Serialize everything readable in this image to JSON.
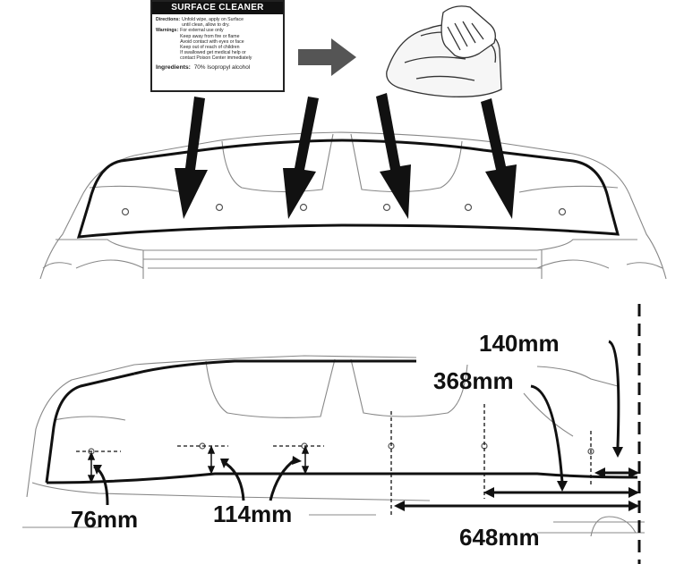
{
  "cleaner_label": {
    "title": "SURFACE CLEANER",
    "directions_key": "Directions:",
    "directions_lines": [
      "Unfold wipe, apply on Surface",
      "until clean, allow to dry."
    ],
    "warnings_key": "Warnings:",
    "warnings_lines": [
      "For external use only",
      "Keep away from fire or flame",
      "Avoid contact with eyes or face",
      "Keep out of reach of children",
      "If swallowed get medical help or",
      "contact Poison Center immediately"
    ],
    "ingredients_key": "Ingredients:",
    "ingredients_value": "70% Isopropyl alcohol"
  },
  "dimensions": {
    "d140": "140mm",
    "d368": "368mm",
    "d76": "76mm",
    "d114": "114mm",
    "d648": "648mm"
  }
}
